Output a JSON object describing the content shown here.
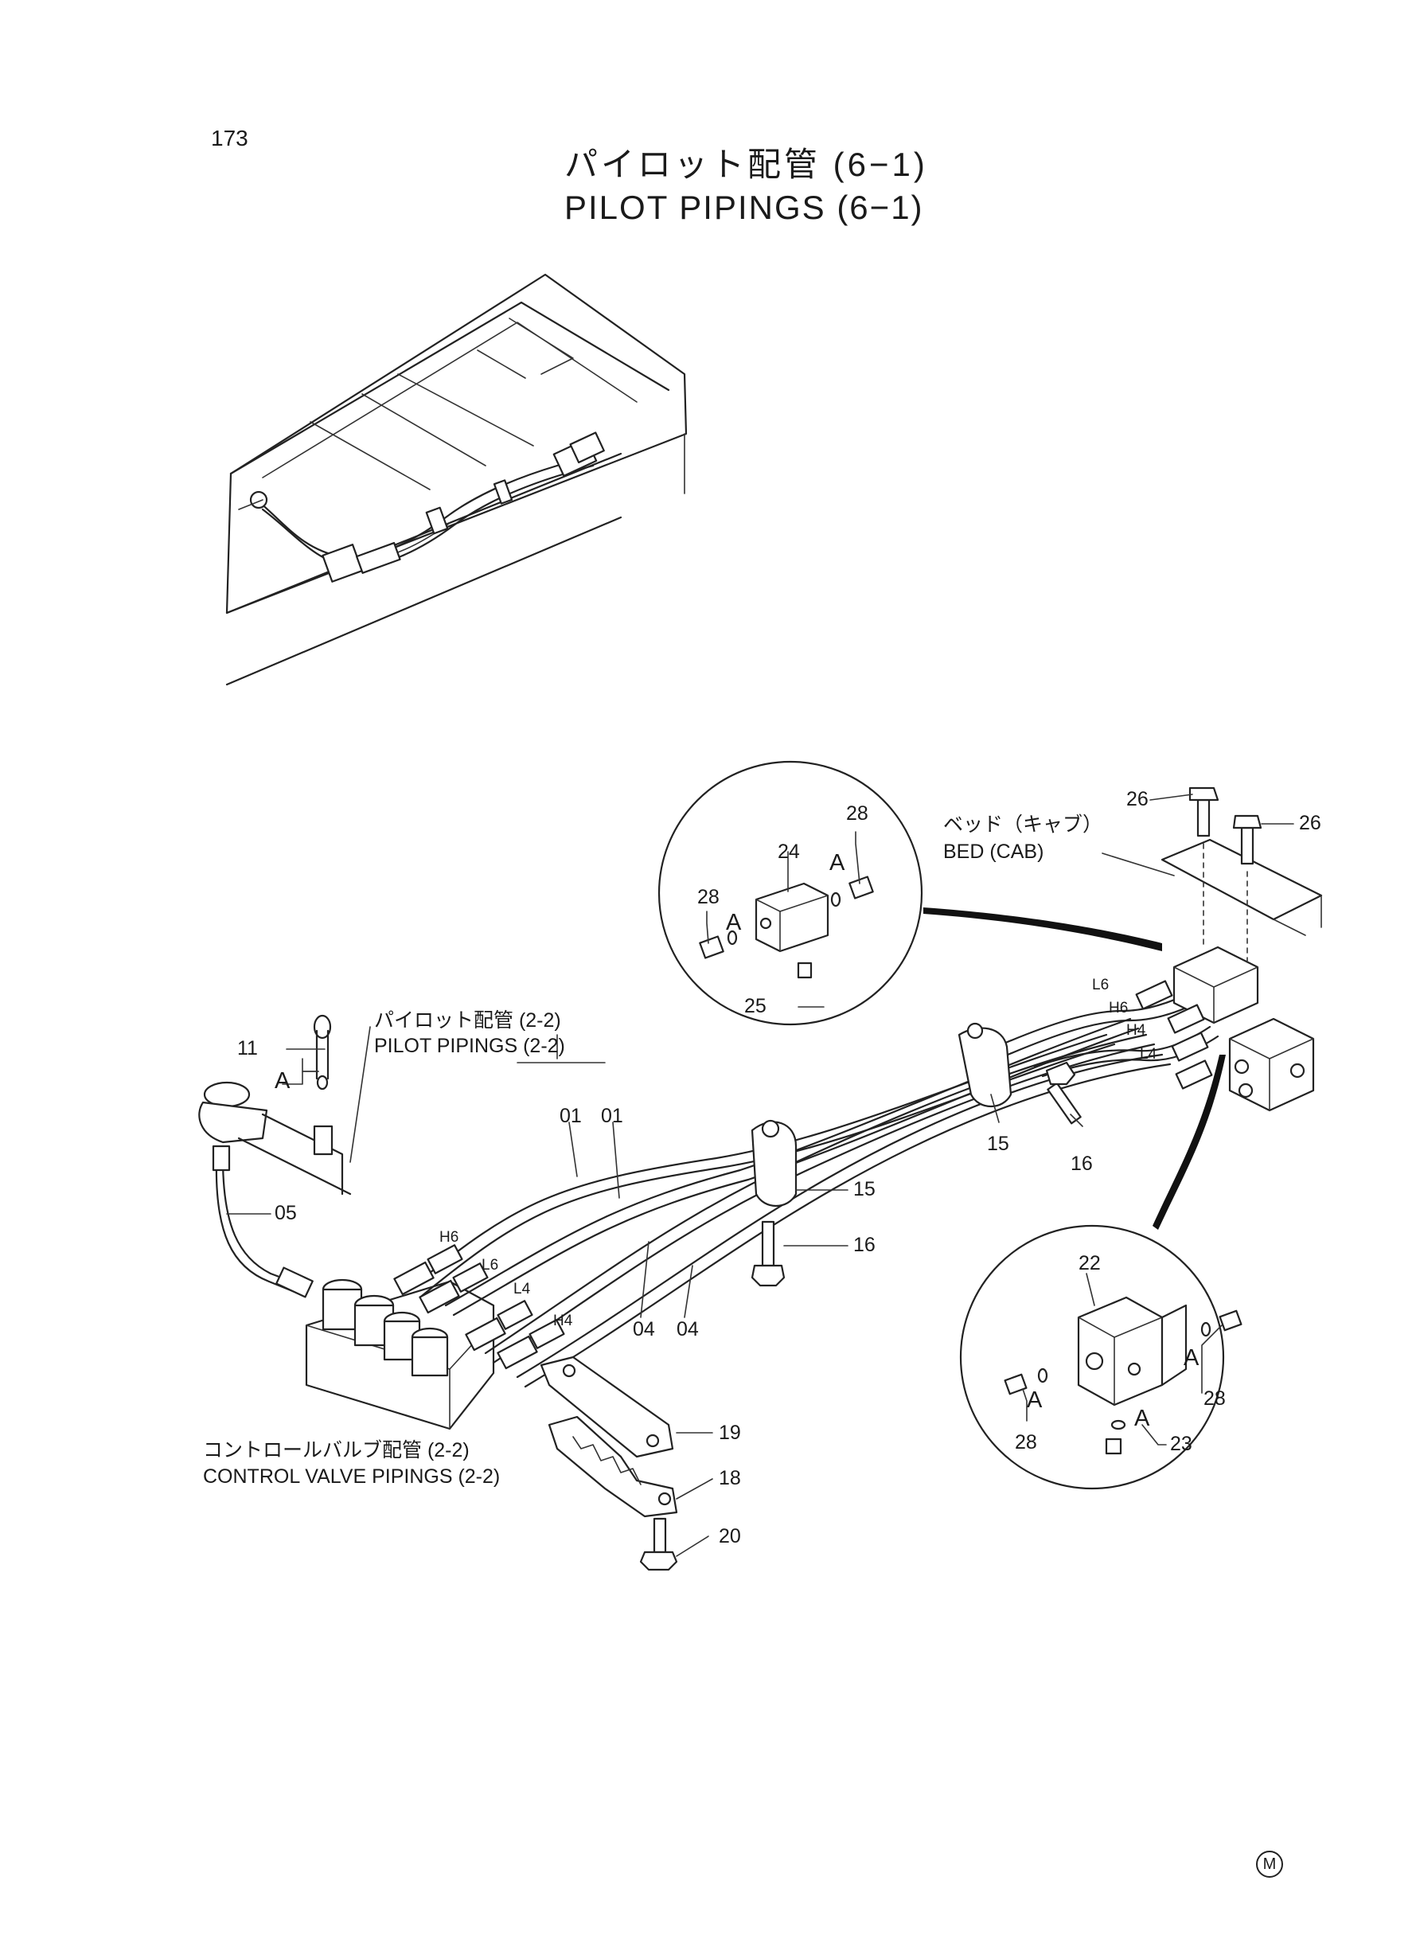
{
  "page": {
    "number": "173",
    "title_jp": "パイロット配管 (6−1)",
    "title_en": "PILOT PIPINGS (6−1)",
    "mark": "M"
  },
  "references": {
    "bed_jp": "ベッド（キャブ）",
    "bed_en": "BED (CAB)",
    "pilot_jp": "パイロット配管 (2-2)",
    "pilot_en": "PILOT PIPINGS (2-2)",
    "control_jp": "コントロールバルブ配管 (2-2)",
    "control_en": "CONTROL VALVE PIPINGS (2-2)"
  },
  "callouts": {
    "p01a": "01",
    "p01b": "01",
    "p04a": "04",
    "p04b": "04",
    "p05": "05",
    "p11": "11",
    "p15a": "15",
    "p15b": "15",
    "p16a": "16",
    "p16b": "16",
    "p18": "18",
    "p19": "19",
    "p20": "20",
    "p22": "22",
    "p23": "23",
    "p24": "24",
    "p25": "25",
    "p26a": "26",
    "p26b": "26",
    "p28a": "28",
    "p28b": "28",
    "p28c": "28",
    "p28d": "28"
  },
  "hose_ports": {
    "h6_left": "H6",
    "l6_left": "L6",
    "l4_left": "L4",
    "h4_left": "H4",
    "l6_right": "L6",
    "h6_right": "H6",
    "h4_right": "H4",
    "l4_right": "L4"
  },
  "detail_letter": "A"
}
